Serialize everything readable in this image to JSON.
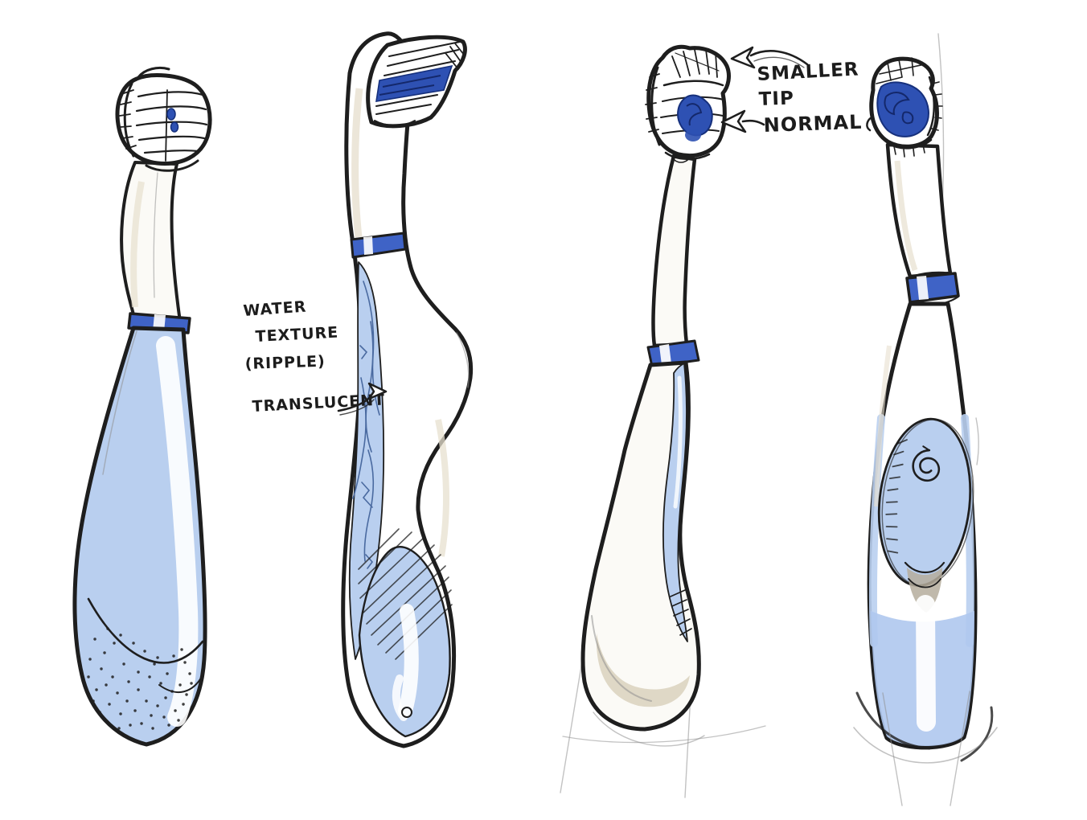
{
  "annotations": {
    "water_texture": {
      "lines": [
        "WATER",
        "TEXTURE",
        "(RIPPLE)"
      ]
    },
    "translucent": {
      "label": "TRANSLUCENT"
    },
    "smaller_tip": {
      "lines": [
        "SMALLER",
        "TIP"
      ]
    },
    "normal": {
      "label": "NORMAL"
    }
  },
  "palette": {
    "ink": "#1e1e1e",
    "paper": "#ffffff",
    "body_blue": "#b9cfef",
    "ripple_blue": "#afc8ee",
    "accent_blue": "#3f63c6",
    "bristle_blue": "#2e51b3",
    "ripple_line": "#4a6aa0",
    "cream": "#e7e0cf",
    "cream_dark": "#d8cfba",
    "pocket_grey": "#b5ad9c",
    "shadow_grey": "#8f8f8f"
  }
}
